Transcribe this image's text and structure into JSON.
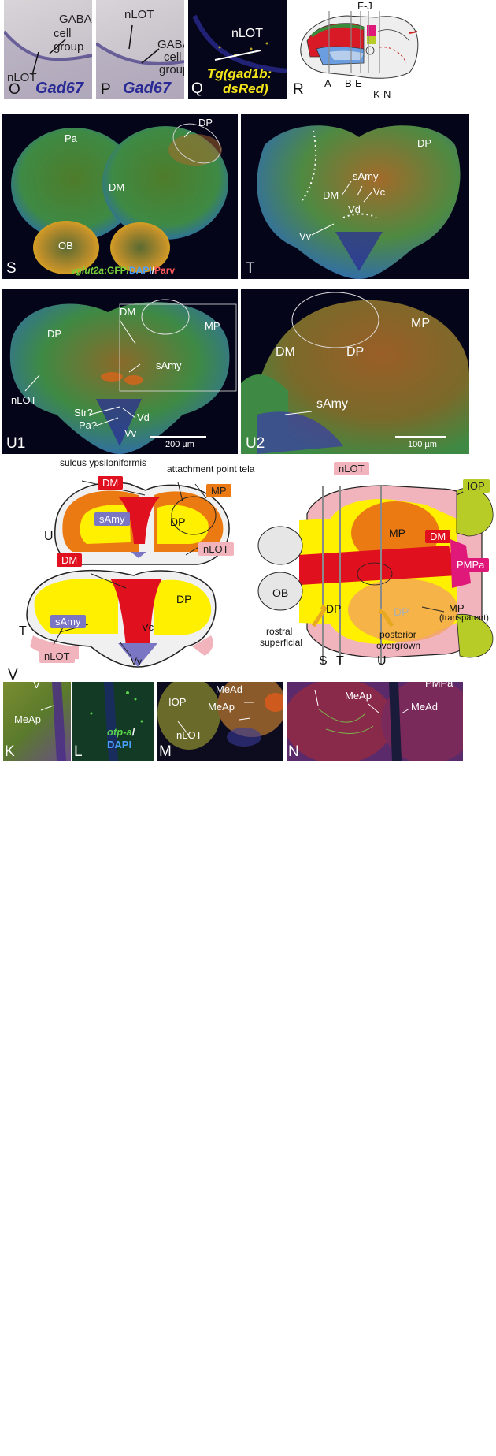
{
  "panels": {
    "O": {
      "letter": "O",
      "gene": "Gad67",
      "labels": [
        "GABA",
        "cell group",
        "nLOT"
      ]
    },
    "P": {
      "letter": "P",
      "gene": "Gad67",
      "labels": [
        "nLOT",
        "GABA",
        "cell",
        "group"
      ]
    },
    "Q": {
      "letter": "Q",
      "region": "nLOT",
      "transgene": [
        "Tg(gad1b:",
        "dsRed)"
      ]
    },
    "R": {
      "letter": "R",
      "labels": [
        "F-J",
        "A",
        "B-E",
        "K-N"
      ]
    },
    "S": {
      "letter": "S",
      "regions": [
        "Pa",
        "DP",
        "DM",
        "OB"
      ],
      "stain": {
        "a": "vglut2a",
        "b": ":GFP/",
        "c": "DAPI",
        "d": "/",
        "e": "Parv"
      }
    },
    "T": {
      "letter": "T",
      "regions": [
        "DP",
        "DM",
        "sAmy",
        "Vc",
        "Vd",
        "Vv"
      ]
    },
    "U1": {
      "letter": "U1",
      "regions": [
        "DM",
        "MP",
        "DP",
        "sAmy",
        "nLOT",
        "Str?",
        "Vd",
        "Pa?",
        "Vv"
      ],
      "scale": "200 µm"
    },
    "U2": {
      "letter": "U2",
      "regions": [
        "MP",
        "DM",
        "DP",
        "sAmy"
      ],
      "scale": "100 µm"
    },
    "V": {
      "letter": "V",
      "left": {
        "sulcus": "sulcus ypsiloniformis",
        "tela": "attachment point tela",
        "DM1": "DM",
        "MP": "MP",
        "sAmy1": "sAmy",
        "DP1": "DP",
        "U": "U",
        "DM2": "DM",
        "nLOT1": "nLOT",
        "DP2": "DP",
        "sAmy2": "sAmy",
        "T": "T",
        "Vc": "Vc",
        "nLOT2": "nLOT",
        "Vv": "Vv"
      },
      "right": {
        "nLOT": "nLOT",
        "IOP": "lOP",
        "MP": "MP",
        "DM": "DM",
        "PMPa": "PMPa",
        "OB": "OB",
        "DP1": "DP",
        "DP2": "DP",
        "MP2": "MP",
        "transparent": "(transparent)",
        "rostral": "rostral",
        "superficial": "superficial",
        "posterior": "posterior",
        "overgrown": "overgrown",
        "S": "S",
        "T": "T",
        "U": "U"
      }
    },
    "K": {
      "letter": "K",
      "labels": [
        "V",
        "MeAp"
      ]
    },
    "L": {
      "letter": "L",
      "stain": {
        "a": "otp-a",
        "b": "/",
        "c": "DAPI"
      }
    },
    "M": {
      "letter": "M",
      "labels": [
        "IOP",
        "MeAd",
        "MeAp",
        "nLOT"
      ]
    },
    "N": {
      "letter": "N",
      "labels": [
        "MeAp",
        "MeAd",
        "PMPa"
      ]
    }
  },
  "colors": {
    "DM": "#e0101e",
    "MP": "#ec7a12",
    "sAmy": "#7b76c4",
    "nLOT": "#f2b4bc",
    "DP": "#fff000",
    "IOP": "#b8cc28",
    "PMPa": "#e0187a",
    "OB": "#e6e6e6"
  }
}
